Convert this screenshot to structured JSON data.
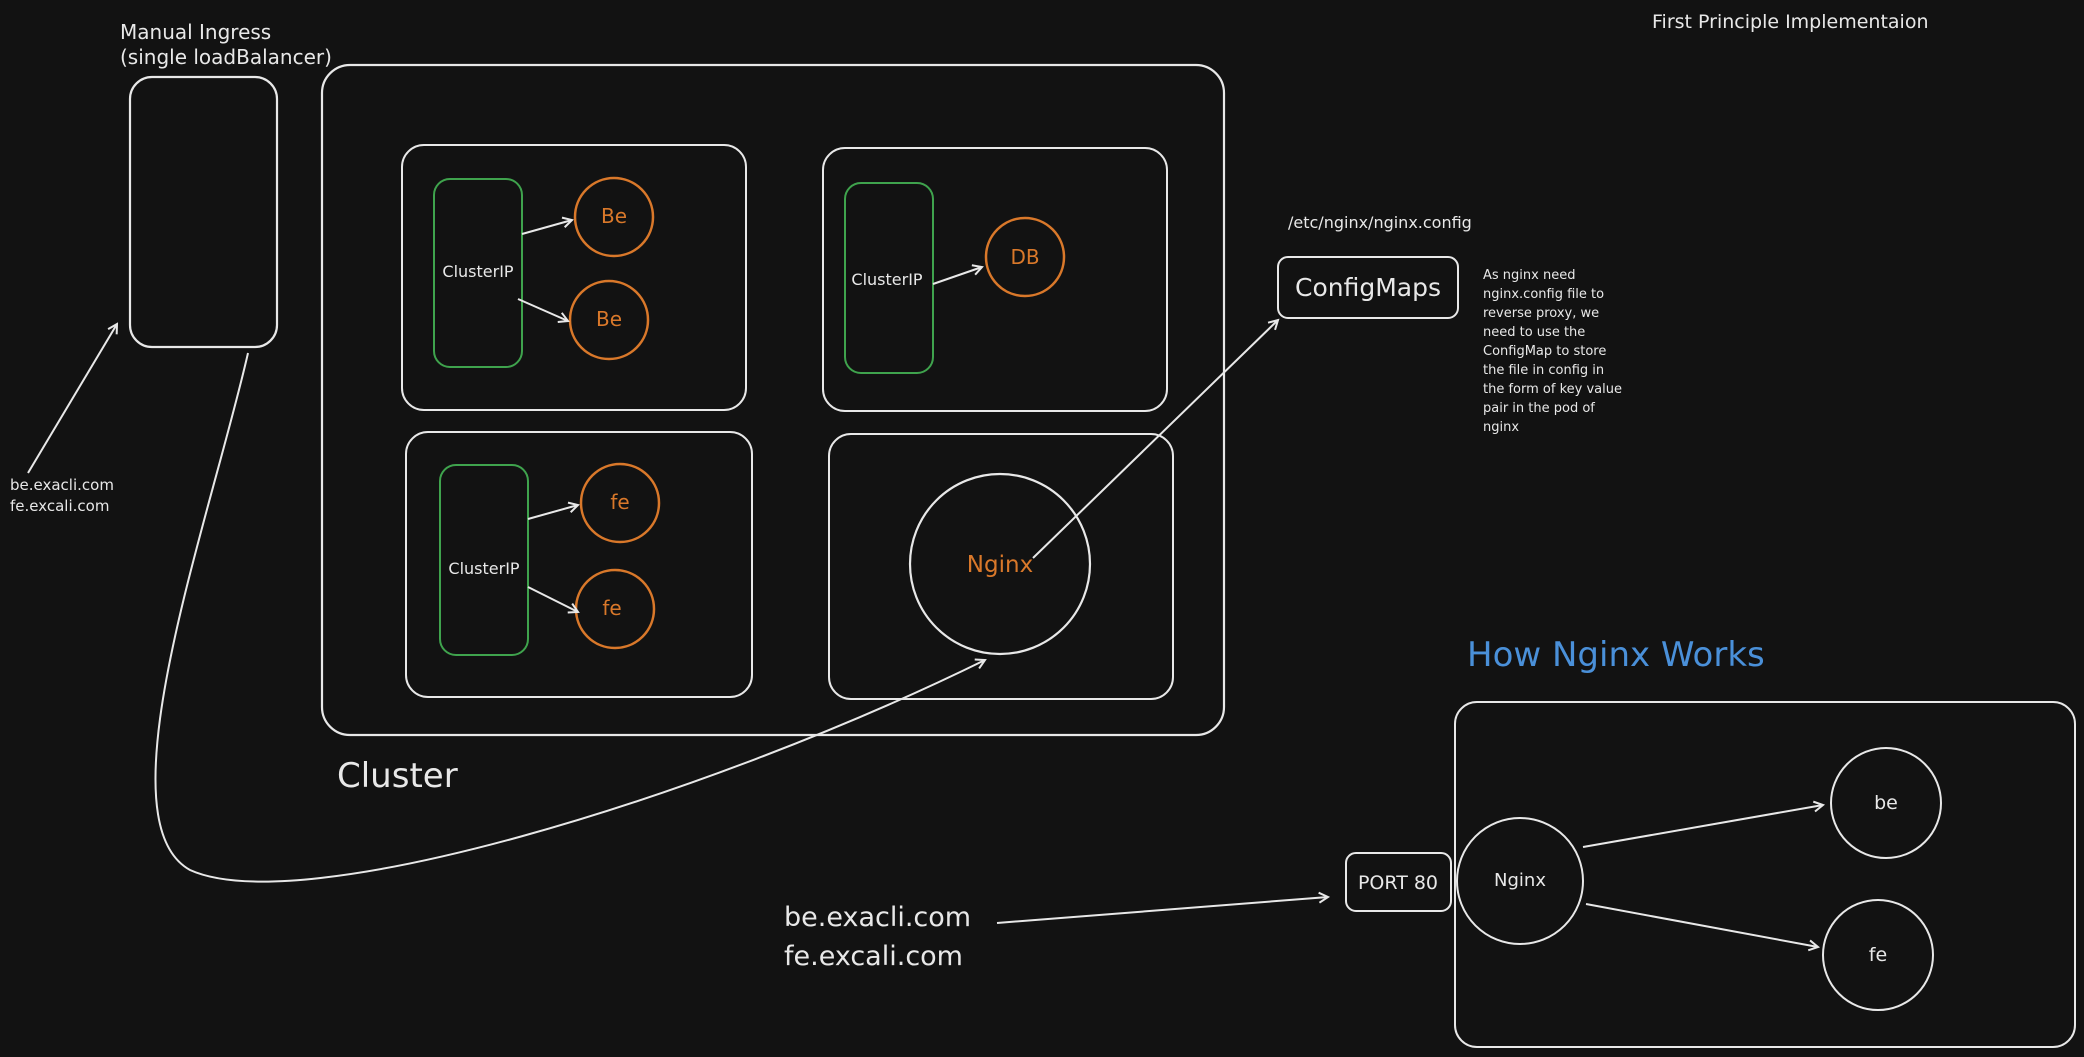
{
  "header": {
    "title": "First Principle Implementaion"
  },
  "ingress": {
    "label_line1": "Manual Ingress",
    "label_line2": "(single loadBalancer)",
    "domain1": "be.exacli.com",
    "domain2": "fe.excali.com"
  },
  "cluster": {
    "label": "Cluster",
    "groups": [
      {
        "service": "ClusterIP",
        "pods": [
          "Be",
          "Be"
        ]
      },
      {
        "service": "ClusterIP",
        "pods": [
          "DB"
        ]
      },
      {
        "service": "ClusterIP",
        "pods": [
          "fe",
          "fe"
        ]
      }
    ],
    "nginx": "Nginx"
  },
  "configmap": {
    "path": "/etc/nginx/nginx.config",
    "label": "ConfigMaps",
    "note": [
      "As nginx need",
      "nginx.config file to",
      "reverse proxy, we",
      "need to use the",
      "ConfigMap to store",
      "the file in config in",
      "the form of key value",
      "pair in the pod of",
      "nginx"
    ]
  },
  "how_nginx": {
    "title": "How Nginx Works",
    "domain1": "be.exacli.com",
    "domain2": "fe.excali.com",
    "port": "PORT 80",
    "nginx": "Nginx",
    "be": "be",
    "fe": "fe"
  },
  "colors": {
    "stroke": "#e8e8e8",
    "service_green": "#3fa34d",
    "pod_orange": "#d9782a",
    "title_blue": "#4a90d9",
    "background": "#121212"
  }
}
